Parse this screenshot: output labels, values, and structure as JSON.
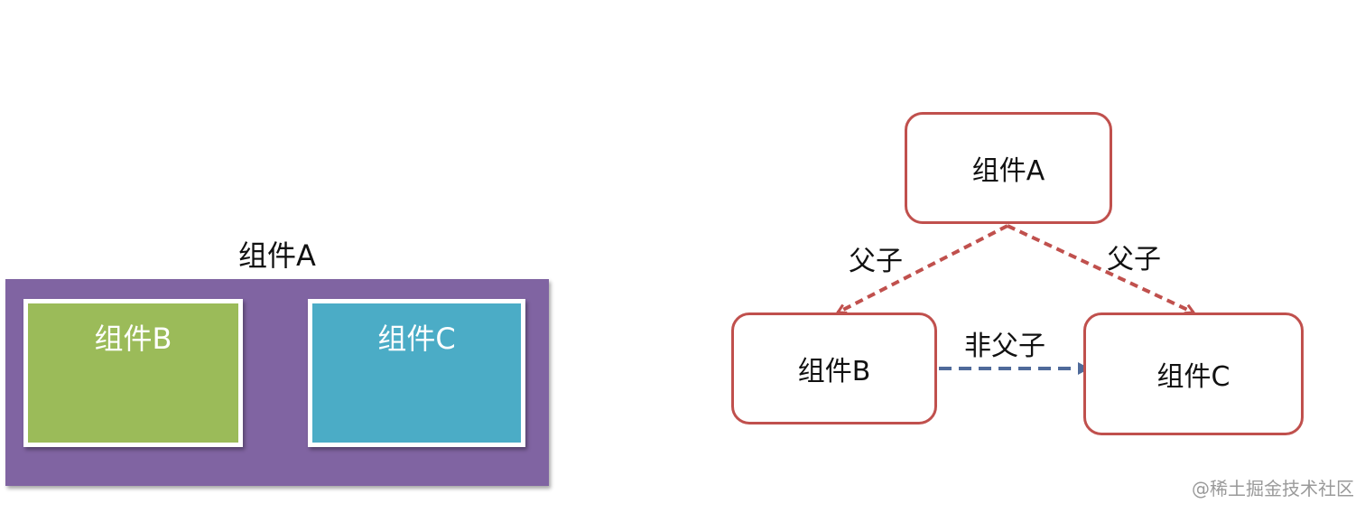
{
  "left_diagram": {
    "outer_label": "组件A",
    "child_b_label": "组件B",
    "child_c_label": "组件C",
    "colors": {
      "outer": "#8064a2",
      "child_b": "#9bbb59",
      "child_c": "#4bacc6"
    }
  },
  "right_diagram": {
    "nodes": {
      "a": "组件A",
      "b": "组件B",
      "c": "组件C"
    },
    "edges": {
      "a_to_b": "父子",
      "a_to_c": "父子",
      "b_to_c": "非父子"
    },
    "colors": {
      "node_border": "#c0504d",
      "parent_child_arrow": "#c0504d",
      "non_parent_child_arrow": "#4f6a9a"
    }
  },
  "watermark": "@稀土掘金技术社区"
}
